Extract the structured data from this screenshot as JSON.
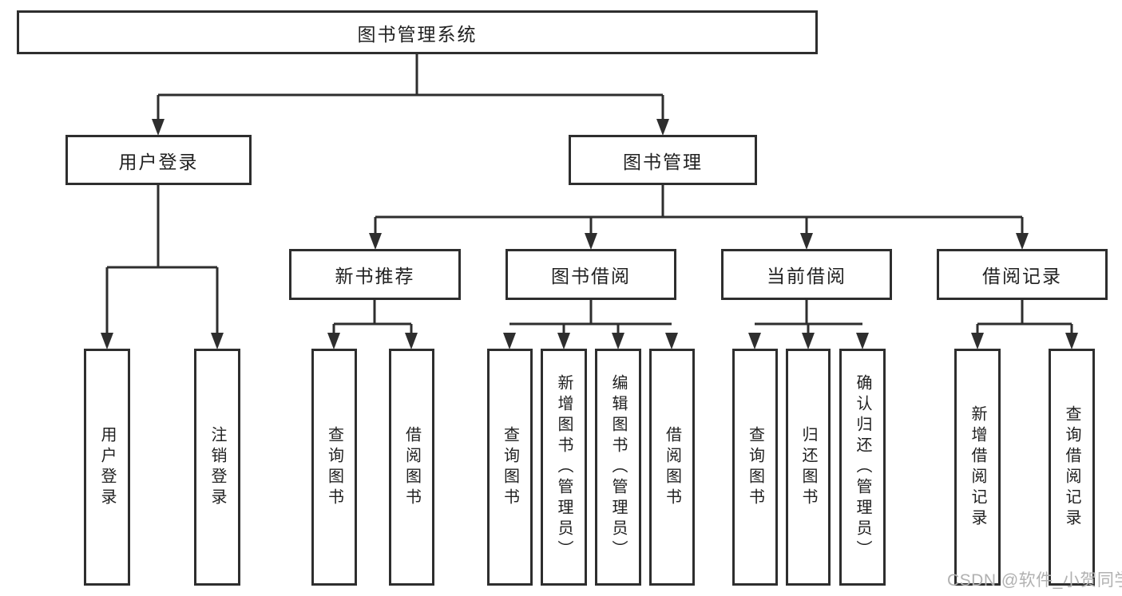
{
  "nodes": {
    "root": "图书管理系统",
    "user_login": "用户登录",
    "book_mgmt": "图书管理",
    "new_books": "新书推荐",
    "book_borrow": "图书借阅",
    "current_borrow": "当前借阅",
    "borrow_records": "借阅记录",
    "leaf_user_login": "用户登录",
    "leaf_logout": "注销登录",
    "nb_query_book": "查询图书",
    "nb_borrow_book": "借阅图书",
    "bb_query_book": "查询图书",
    "bb_add_book": "新增图书（管理员）",
    "bb_edit_book": "编辑图书（管理员）",
    "bb_borrow_book": "借阅图书",
    "cb_query_book": "查询图书",
    "cb_return_book": "归还图书",
    "cb_confirm_return": "确认归还（管理员）",
    "br_add_record": "新增借阅记录",
    "br_query_record": "查询借阅记录"
  },
  "colors": {
    "line": "#2e2e2e",
    "text": "#212121",
    "watermark": "#b1b1b1"
  },
  "watermark": "CSDN @软件_小贺同学"
}
